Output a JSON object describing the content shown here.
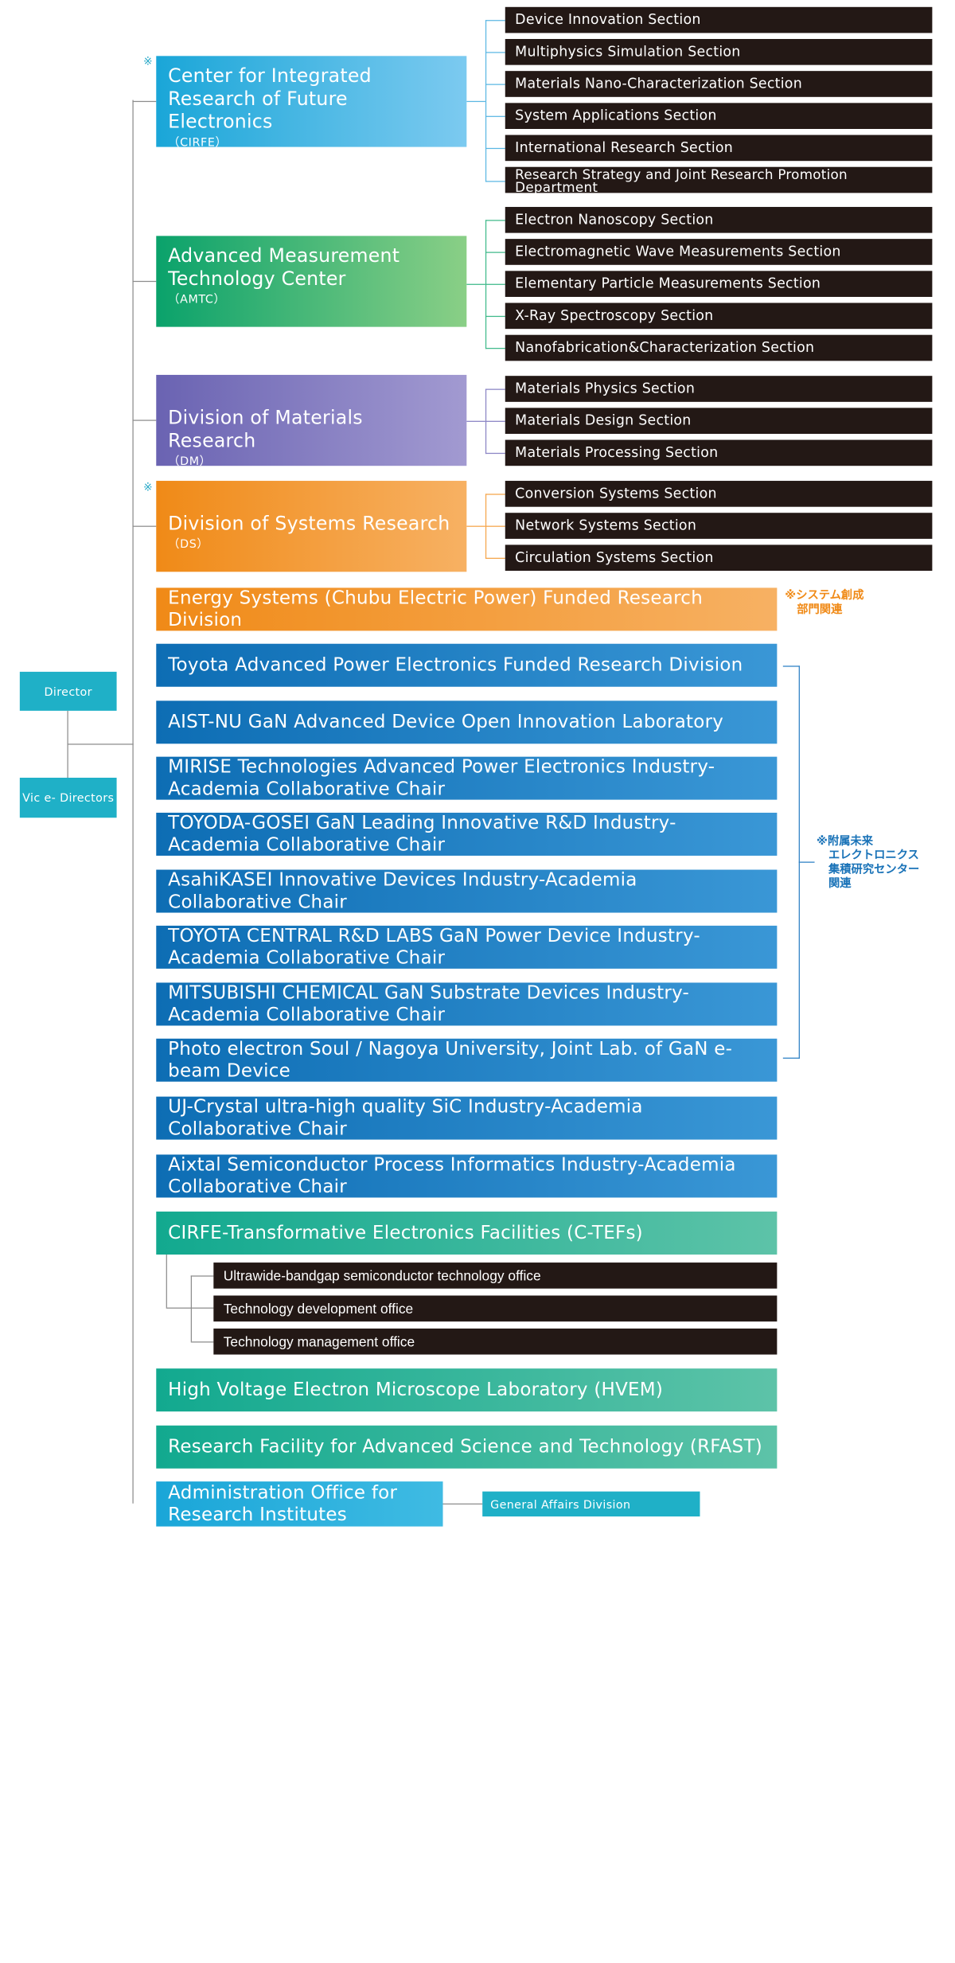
{
  "leaders": {
    "director": "Director",
    "vice_directors": "Vic e- Directors"
  },
  "units": [
    {
      "title": "Center for Integrated Research of Future Electronics",
      "abbr": "（CIRFE）",
      "color_from": "#1aa6d8",
      "color_to": "#7ccaf0"
    },
    {
      "title": "Advanced Measurement Technology Center",
      "abbr": "（AMTC）",
      "color_from": "#0aa26b",
      "color_to": "#8acf86"
    },
    {
      "title": "Division of Materials Research",
      "abbr": "（DM）",
      "color_from": "#6a63b2",
      "color_to": "#a29ad1"
    },
    {
      "title": "Division of Systems Research",
      "abbr": "（DS）",
      "color_from": "#f08a17",
      "color_to": "#f7b163"
    }
  ],
  "sections": {
    "cirfe": [
      "Device Innovation Section",
      "Multiphysics Simulation Section",
      "Materials Nano-Characterization Section",
      "System Applications Section",
      "International Research Section",
      "Research Strategy and Joint Research Promotion Department"
    ],
    "amtc": [
      "Electron Nanoscopy Section",
      "Electromagnetic Wave Measurements Section",
      "Elementary Particle Measurements Section",
      "X-Ray Spectroscopy Section",
      "Nanofabrication&Characterization Section"
    ],
    "dm": [
      "Materials Physics Section",
      "Materials Design Section",
      "Materials Processing Section"
    ],
    "ds": [
      "Conversion Systems Section",
      "Network Systems Section",
      "Circulation Systems Section"
    ]
  },
  "bars": [
    {
      "label": "Energy Systems (Chubu Electric Power) Funded Research Division",
      "color_from": "#f08a17",
      "color_to": "#f7b163"
    },
    {
      "label": "Toyota Advanced Power Electronics Funded Research Division",
      "color_from": "#0d6db4",
      "color_to": "#3a97d6"
    },
    {
      "label": "AIST-NU GaN Advanced Device Open Innovation Laboratory",
      "color_from": "#0d6db4",
      "color_to": "#3a97d6"
    },
    {
      "label": "MIRISE Technologies Advanced Power Electronics Industry-Academia Collaborative Chair",
      "color_from": "#0d6db4",
      "color_to": "#3a97d6"
    },
    {
      "label": "TOYODA-GOSEI GaN Leading Innovative R&D Industry-Academia Collaborative Chair",
      "color_from": "#0d6db4",
      "color_to": "#3a97d6"
    },
    {
      "label": "AsahiKASEI Innovative Devices Industry-Academia Collaborative Chair",
      "color_from": "#0d6db4",
      "color_to": "#3a97d6"
    },
    {
      "label": "TOYOTA CENTRAL R&D LABS GaN Power Device Industry-Academia Collaborative Chair",
      "color_from": "#0d6db4",
      "color_to": "#3a97d6"
    },
    {
      "label": "MITSUBISHI CHEMICAL GaN Substrate Devices Industry-Academia Collaborative Chair",
      "color_from": "#0d6db4",
      "color_to": "#3a97d6"
    },
    {
      "label": "Photo electron Soul / Nagoya University, Joint Lab. of GaN e-beam Device",
      "color_from": "#0d6db4",
      "color_to": "#3a97d6"
    },
    {
      "label": "UJ-Crystal ultra-high quality SiC Industry-Academia Collaborative Chair",
      "color_from": "#0d6db4",
      "color_to": "#3a97d6"
    },
    {
      "label": "Aixtal Semiconductor Process Informatics Industry-Academia Collaborative Chair",
      "color_from": "#0d6db4",
      "color_to": "#3a97d6"
    },
    {
      "label": "CIRFE-Transformative Electronics Facilities (C-TEFs)",
      "color_from": "#12a98f",
      "color_to": "#5dc3a8"
    },
    {
      "label": "High Voltage Electron Microscope Laboratory (HVEM)",
      "color_from": "#12a98f",
      "color_to": "#5dc3a8"
    },
    {
      "label": "Research Facility for Advanced Science and Technology (RFAST)",
      "color_from": "#12a98f",
      "color_to": "#5dc3a8"
    },
    {
      "label": "Administration Office for Research Institutes",
      "color_from": "#1aa6d8",
      "color_to": "#3fbbe3"
    }
  ],
  "ctefs_offices": [
    "Ultrawide-bandgap semiconductor technology office",
    "Technology development office",
    "Technology management office"
  ],
  "general_affairs": "General Affairs Division",
  "notes": {
    "mark": "※",
    "systems": "※システム創成\n   部門関連",
    "cirfe": "※附属未来\n   エレクトロニクス\n   集積研究センター\n   関連",
    "orange": "#f08a17",
    "blue": "#1a73b8",
    "teal": "#2aa9c8"
  }
}
